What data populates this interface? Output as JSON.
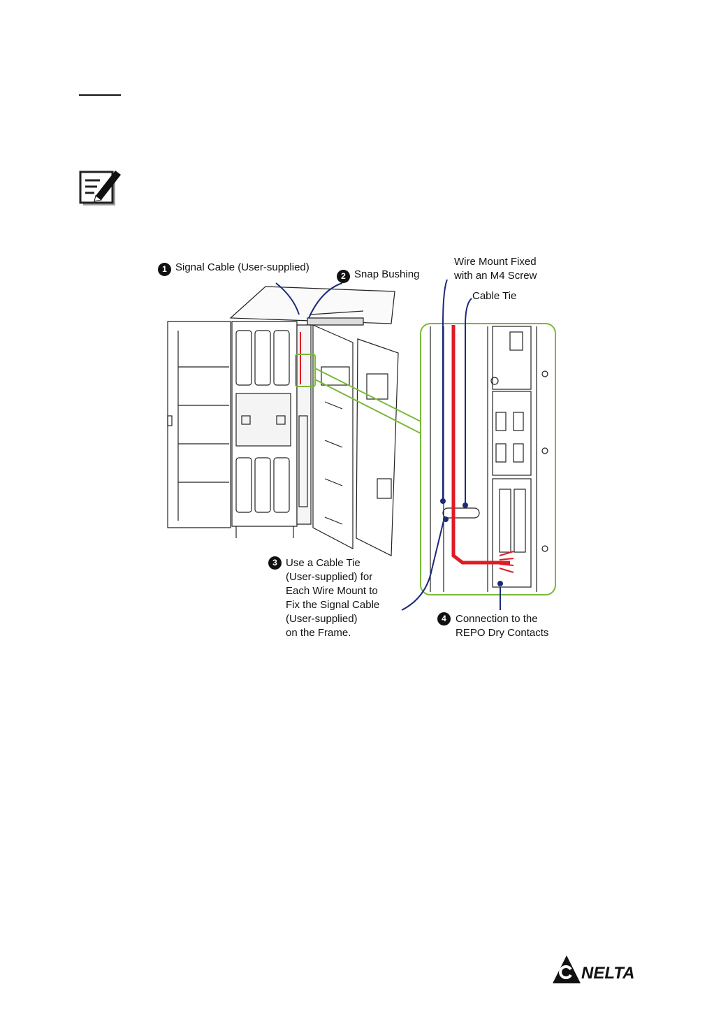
{
  "callouts": [
    {
      "number": "1",
      "lines": [
        "Signal Cable (User-supplied)"
      ]
    },
    {
      "number": "2",
      "lines": [
        "Snap Bushing"
      ]
    },
    {
      "number": "",
      "lines": [
        "Wire Mount Fixed",
        "with an M4 Screw"
      ]
    },
    {
      "number": "",
      "lines": [
        "Cable Tie"
      ]
    },
    {
      "number": "3",
      "lines": [
        "Use a Cable Tie",
        "(User-supplied) for",
        "Each Wire Mount to",
        "Fix the Signal Cable",
        "(User-supplied)",
        "on the Frame."
      ]
    },
    {
      "number": "4",
      "lines": [
        "Connection to the",
        "REPO Dry Contacts"
      ]
    }
  ],
  "logo": {
    "text": "NELTA"
  },
  "colors": {
    "callout_line": "#1c2a7a",
    "zoom_frame": "#79b83a",
    "signal_cable": "#e01b24",
    "drawing": "#222222"
  },
  "icons": [
    "note-pencil-icon",
    "delta-logo-icon"
  ]
}
